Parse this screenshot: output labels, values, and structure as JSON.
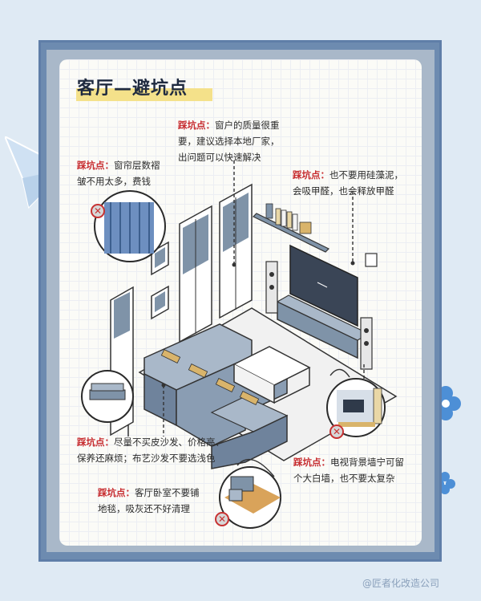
{
  "title": "客厅—避坑点",
  "notes": [
    {
      "key": "踩坑点：",
      "lines": [
        "窗户的质量很重",
        "要，建议选择本地厂家，",
        "出问题可以快速解决"
      ]
    },
    {
      "key": "踩坑点：",
      "lines": [
        "窗帘层数褶",
        "皱不用太多，费钱"
      ]
    },
    {
      "key": "踩坑点：",
      "lines": [
        "也不要用硅藻泥，",
        "会吸甲醛，也会释放甲醛"
      ]
    },
    {
      "key": "踩坑点：",
      "lines": [
        "尽量不买皮沙发、价格高、",
        "保养还麻烦；布艺沙发不要选浅色"
      ]
    },
    {
      "key": "踩坑点：",
      "lines": [
        "电视背景墙宁可留",
        "个大白墙，也不要太复杂"
      ]
    },
    {
      "key": "踩坑点：",
      "lines": [
        "客厅卧室不要铺",
        "地毯，吸灰还不好清理"
      ]
    }
  ],
  "icons": {
    "warning": "cross-circle-icon"
  },
  "colors": {
    "accent": "#c72c2f",
    "frame": "#6d8bb0",
    "highlight": "#f4e18a"
  },
  "watermark": "@匠者化改造公司"
}
